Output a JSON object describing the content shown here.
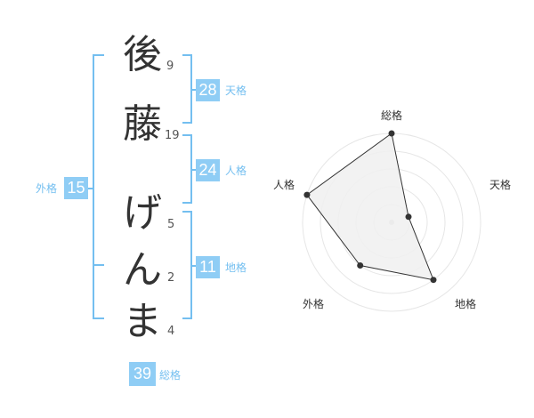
{
  "name_chars": [
    {
      "char": "後",
      "strokes": "9"
    },
    {
      "char": "藤",
      "strokes": "19"
    },
    {
      "char": "げ",
      "strokes": "5"
    },
    {
      "char": "ん",
      "strokes": "2"
    },
    {
      "char": "ま",
      "strokes": "4"
    }
  ],
  "kakusu": {
    "tenkaku": {
      "value": "28",
      "label": "天格"
    },
    "jinkaku": {
      "value": "24",
      "label": "人格"
    },
    "chikaku": {
      "value": "11",
      "label": "地格"
    },
    "gaikaku": {
      "value": "15",
      "label": "外格"
    },
    "soukaku": {
      "value": "39",
      "label": "総格"
    }
  },
  "colors": {
    "accent": "#8fcdf5",
    "accent_text": "#74bff0",
    "bracket": "#74bff0",
    "text": "#333333",
    "radar_fill": "#f0f0f0",
    "radar_stroke": "#333333",
    "ring": "#e6e6e6"
  },
  "chart_data": {
    "type": "radar",
    "axes": [
      "総格",
      "天格",
      "地格",
      "外格",
      "人格"
    ],
    "max": 5,
    "rings": 5,
    "values": [
      5,
      1,
      4,
      3,
      5
    ]
  }
}
